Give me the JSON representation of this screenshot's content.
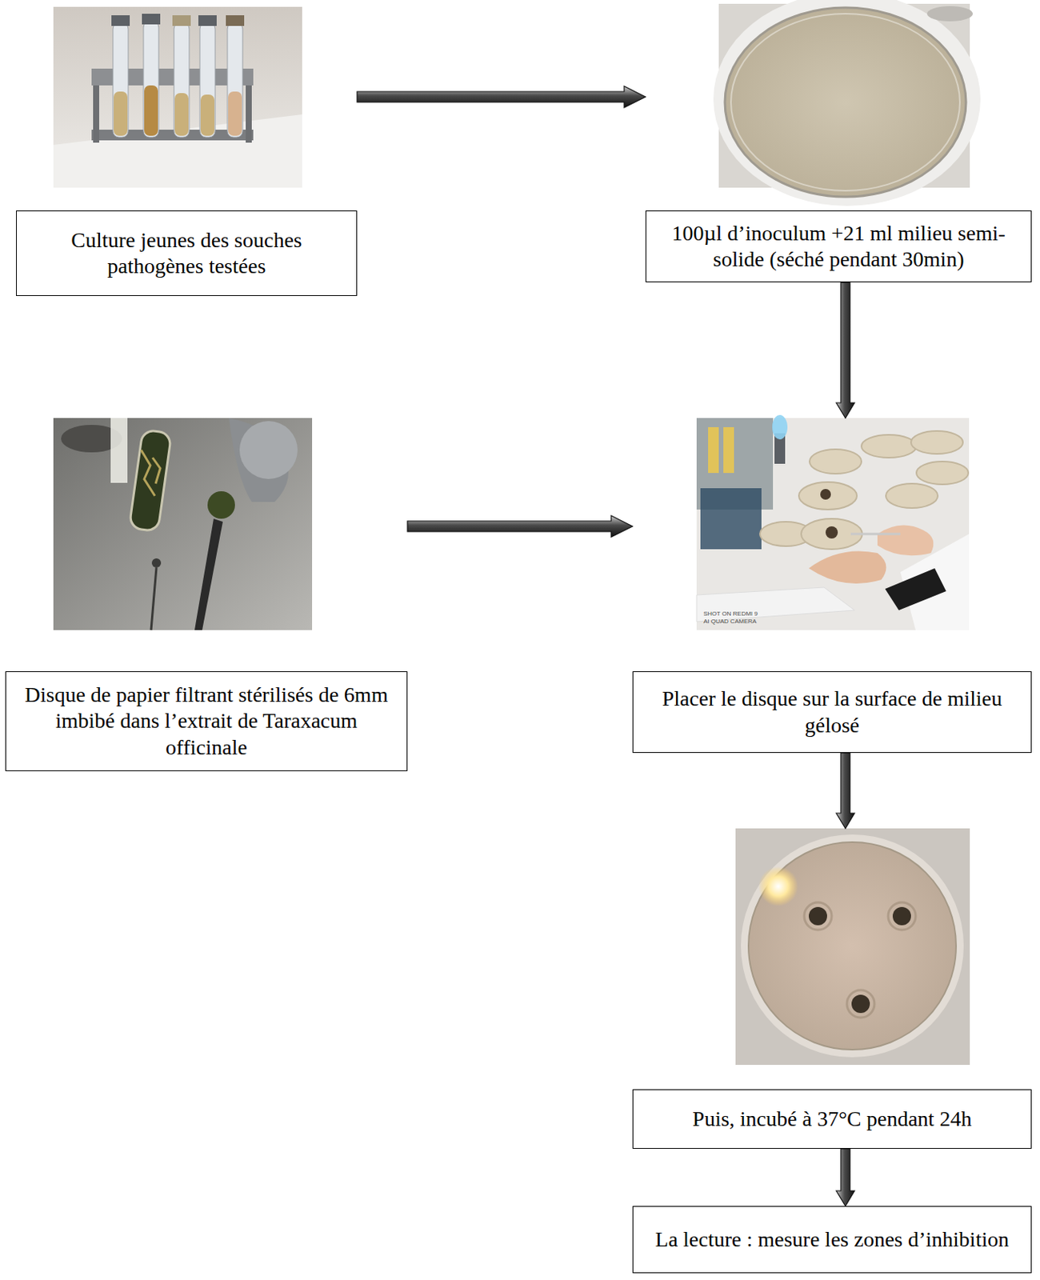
{
  "diagram": {
    "nodes": [
      {
        "text": [
          "Culture jeunes des souches pathogènes testées"
        ]
      },
      {
        "text": [
          "100µl d’inoculum +21 ml milieu semi-solide (séché pendant 30min)"
        ]
      },
      {
        "text": [
          "Disque de papier filtrant stérilisés de 6mm imbibé dans l’extrait de Taraxacum officinale"
        ]
      },
      {
        "text": [
          "Placer le disque sur la surface de milieu gélosé"
        ]
      },
      {
        "text": [
          "Puis, incubé à 37°C pendant 24h"
        ]
      },
      {
        "text": [
          "La lecture : mesure les zones d’inhibition"
        ]
      }
    ],
    "edges": [
      {
        "from": 0,
        "to": 1,
        "arrow": "to"
      },
      {
        "from": 1,
        "to": 3,
        "arrow": "to"
      },
      {
        "from": 2,
        "to": 3,
        "arrow": "to"
      },
      {
        "from": 3,
        "to": 4,
        "arrow": "to"
      },
      {
        "from": 4,
        "to": 5,
        "arrow": "to"
      }
    ],
    "labels": [
      "SHOT ON REDMI 9",
      "AI QUAD CAMERA"
    ]
  }
}
